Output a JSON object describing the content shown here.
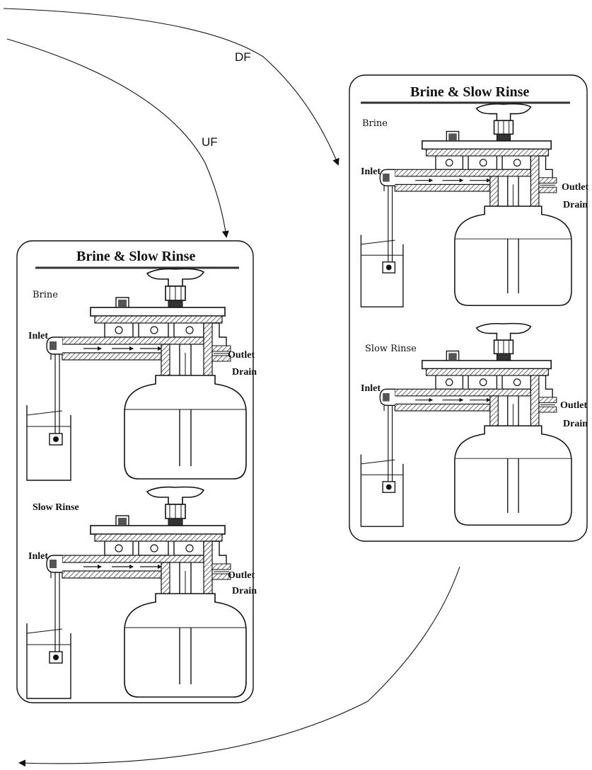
{
  "flow": {
    "df_label": "DF",
    "uf_label": "UF"
  },
  "panel_left": {
    "title": "Brine & Slow Rinse",
    "stages": [
      {
        "mode": "Brine",
        "labels": {
          "inlet": "Inlet",
          "outlet": "Outlet",
          "drain": "Drain"
        }
      },
      {
        "mode": "Slow Rinse",
        "labels": {
          "inlet": "Inlet",
          "outlet": "Outlet",
          "drain": "Drain"
        }
      }
    ]
  },
  "panel_right": {
    "title": "Brine & Slow Rinse",
    "stages": [
      {
        "mode": "Brine",
        "labels": {
          "inlet": "Inlet",
          "outlet": "Outlet",
          "drain": "Drain"
        }
      },
      {
        "mode": "Slow Rinse",
        "labels": {
          "inlet": "Inlet",
          "outlet": "Outlet",
          "drain": "Drain"
        }
      }
    ]
  },
  "colors": {
    "ink": "#111111",
    "hatch": "#555555",
    "background": "#ffffff"
  }
}
